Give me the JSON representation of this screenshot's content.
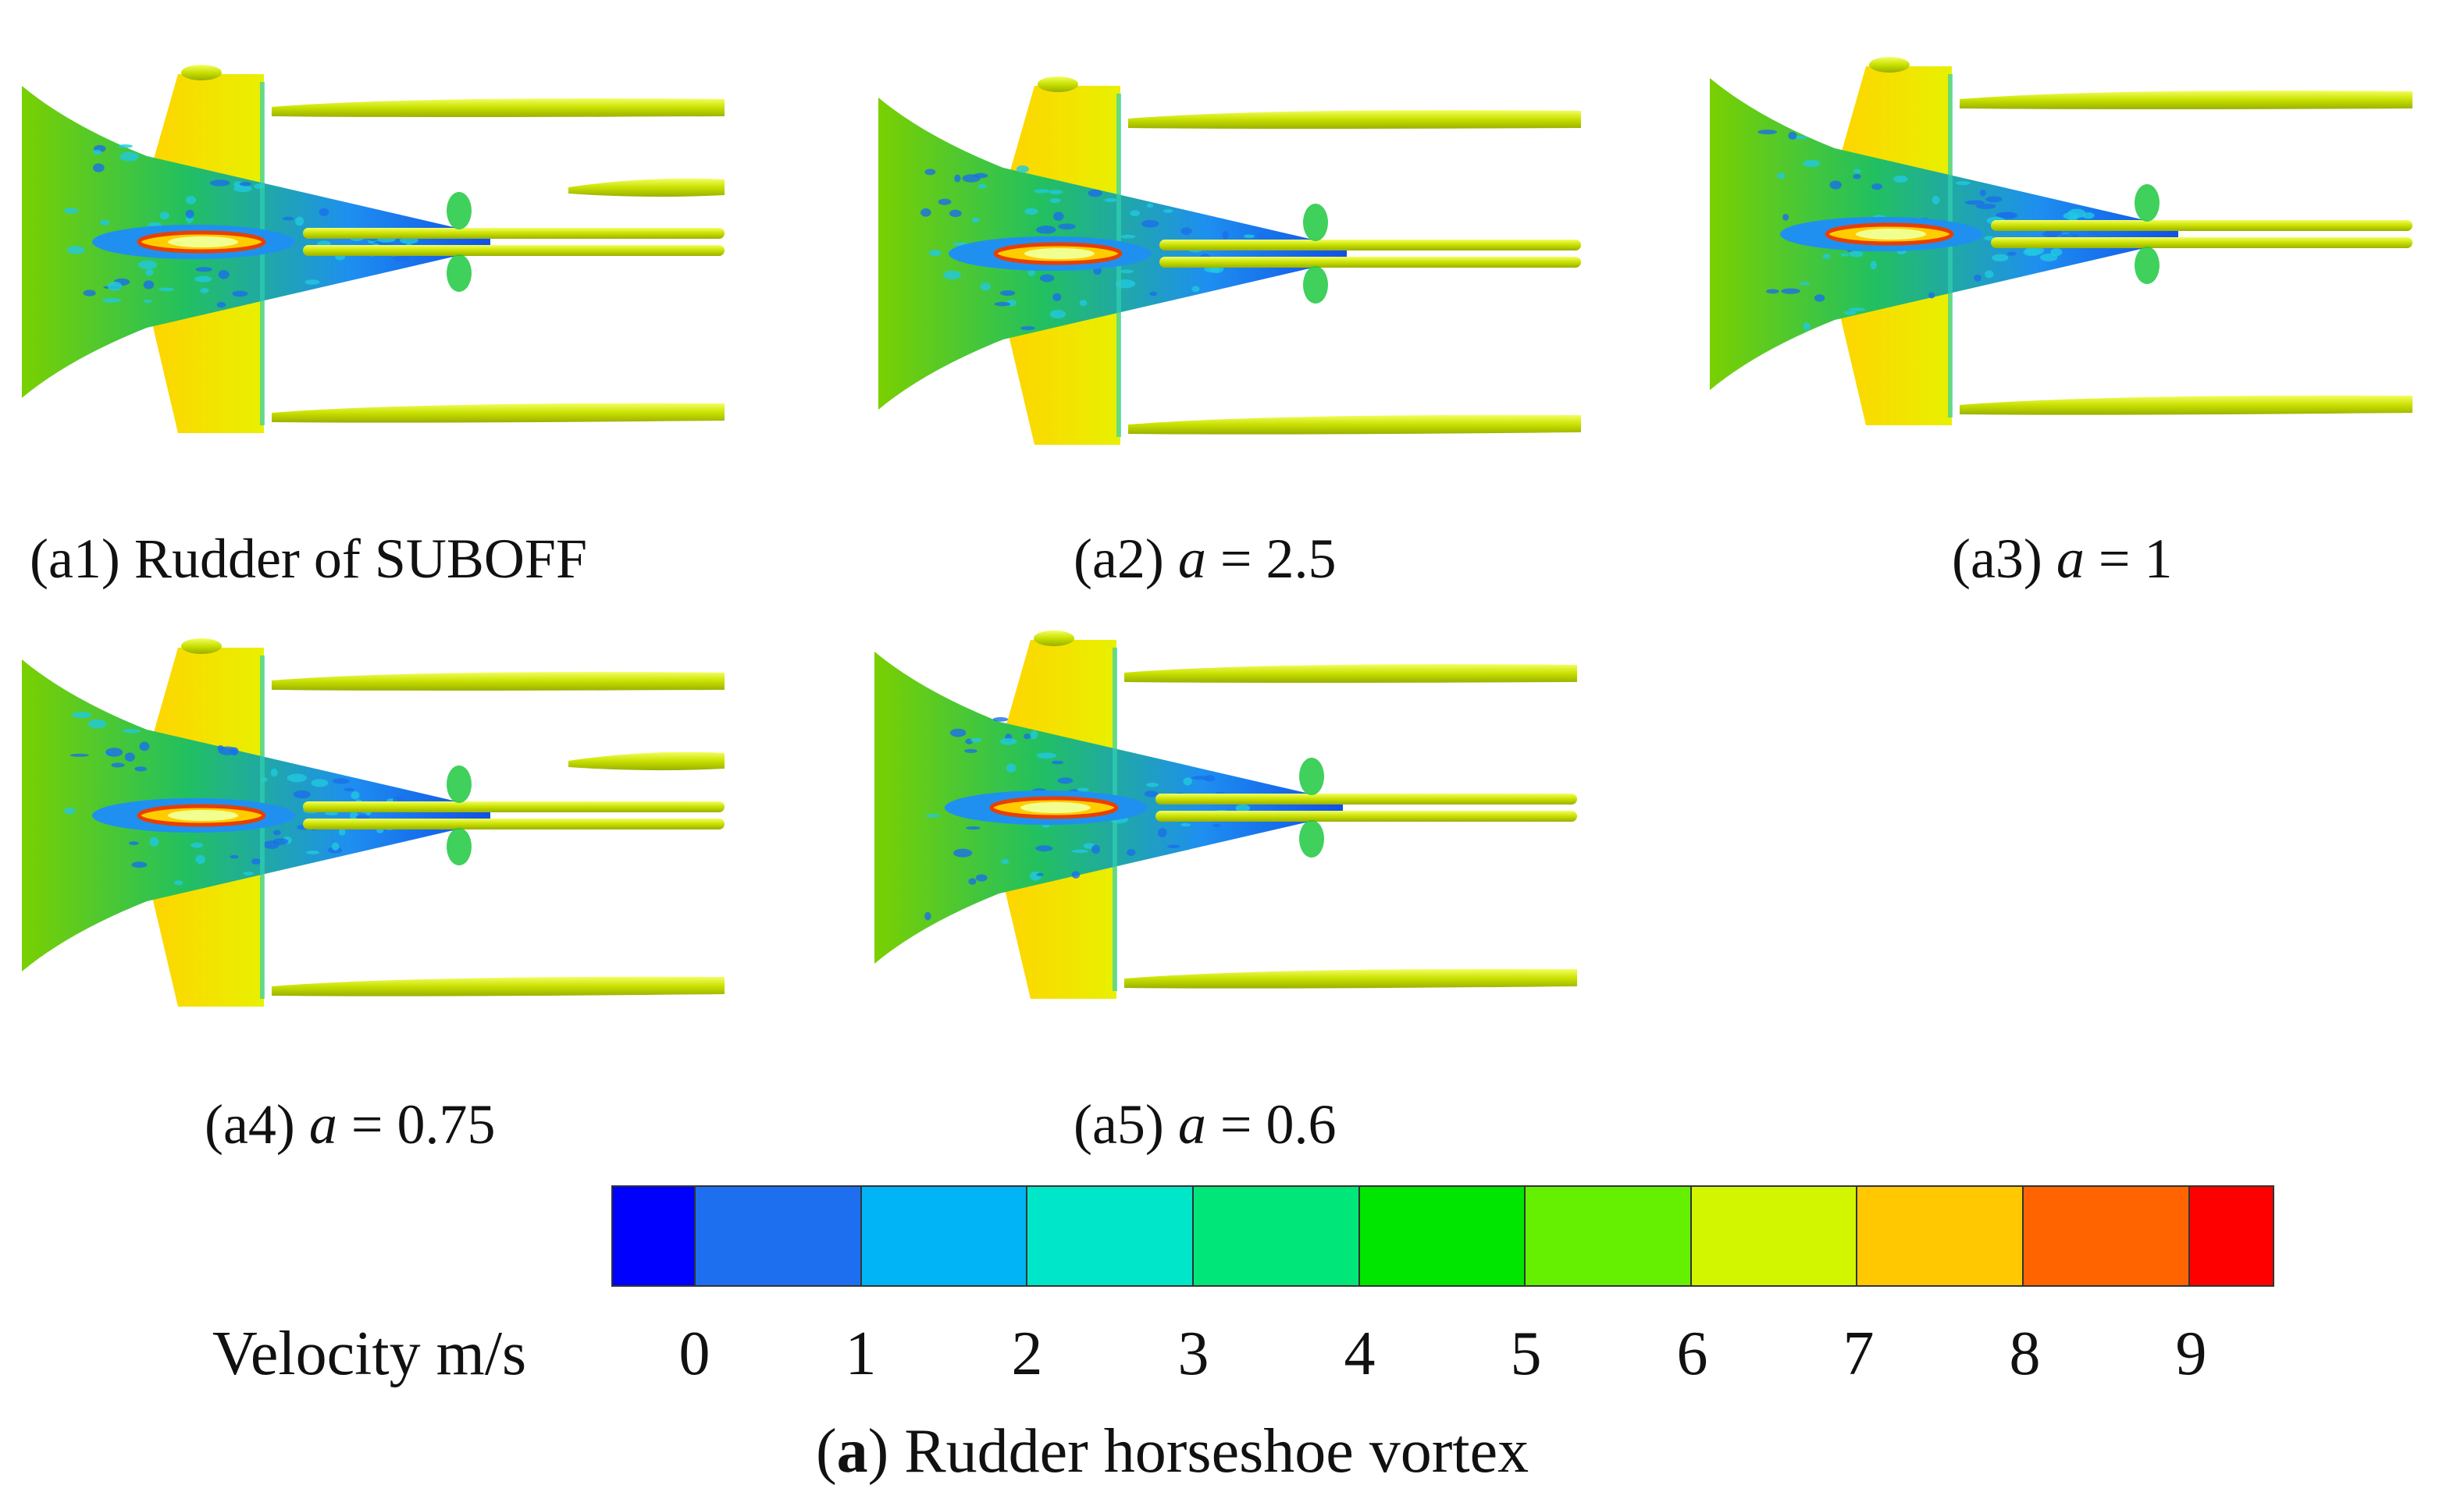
{
  "panels": [
    {
      "id": "a1",
      "caption_prefix": "(a1) ",
      "caption_var": "",
      "caption_suffix": "Rudder of SUBOFF"
    },
    {
      "id": "a2",
      "caption_prefix": "(a2) ",
      "caption_var": "a",
      "caption_suffix": " = 2.5"
    },
    {
      "id": "a3",
      "caption_prefix": "(a3) ",
      "caption_var": "a",
      "caption_suffix": " = 1"
    },
    {
      "id": "a4",
      "caption_prefix": "(a4) ",
      "caption_var": "a",
      "caption_suffix": " = 0.75"
    },
    {
      "id": "a5",
      "caption_prefix": "(a5) ",
      "caption_var": "a",
      "caption_suffix": " = 0.6"
    }
  ],
  "legend": {
    "label": "Velocity m/s",
    "ticks": [
      "0",
      "1",
      "2",
      "3",
      "4",
      "5",
      "6",
      "7",
      "8",
      "9"
    ],
    "colors": [
      "#0000ff",
      "#1e6ef0",
      "#00b4f5",
      "#00e6c8",
      "#00e678",
      "#00e600",
      "#64f000",
      "#d2f500",
      "#ffc800",
      "#ff6400",
      "#ff0000"
    ]
  },
  "caption": {
    "letter": "(a",
    "bold": "a",
    "rest": ") Rudder horseshoe vortex"
  }
}
